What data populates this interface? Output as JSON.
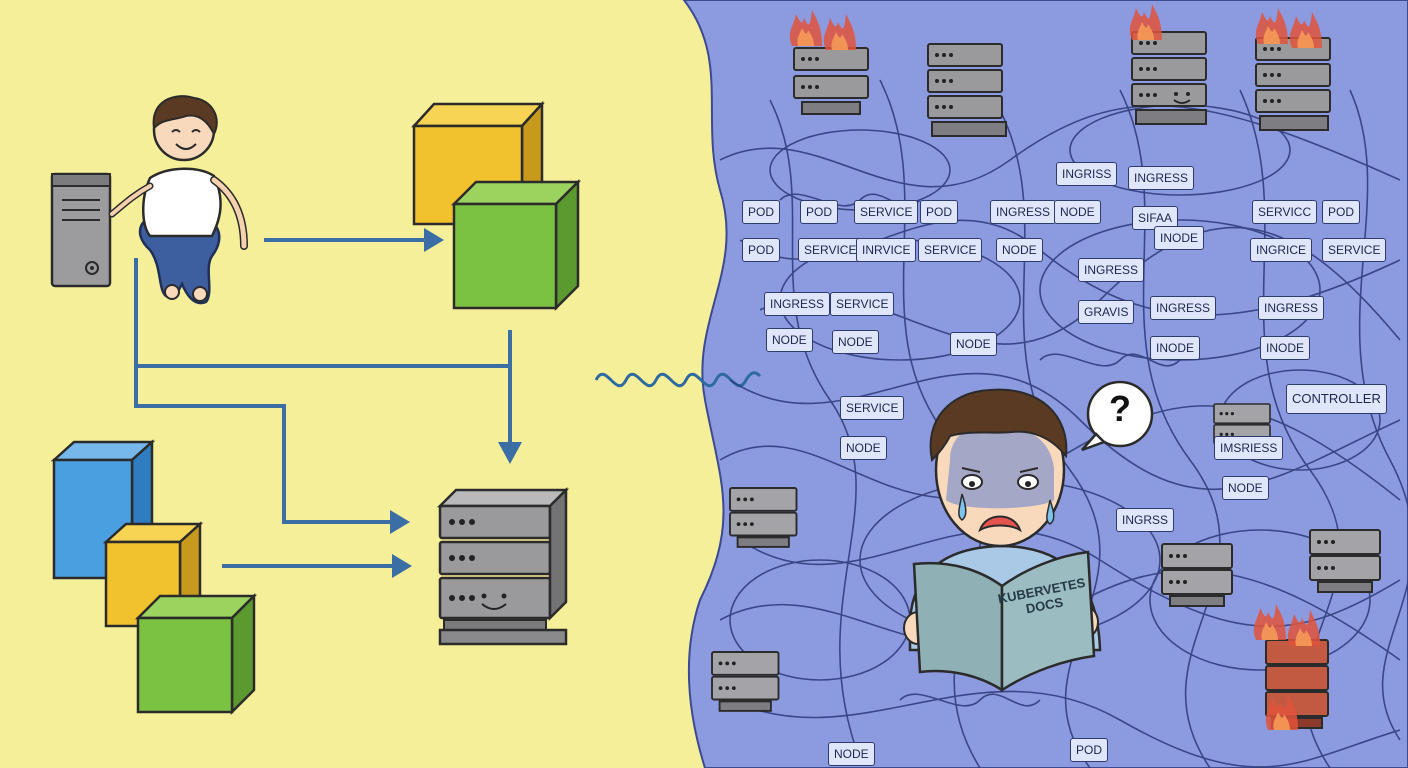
{
  "labels": {
    "ingress_top": "INGRISS",
    "ingress_top2": "INGRESS",
    "pod1": "POD",
    "pod2": "POD",
    "service1": "SERVICE",
    "pod3": "POD",
    "ingress1": "INGRESS",
    "node1": "NODE",
    "sifaa": "SIFAA",
    "servicc": "SERVICC",
    "pod4": "POD",
    "pod5": "POD",
    "service2": "SERVICE",
    "inrvice": "INRVICE",
    "service3": "SERVICE",
    "node2": "NODE",
    "inode_a": "INODE",
    "ingrice": "INGRICE",
    "service4": "SERVICE",
    "ingress2": "INGRESS",
    "ingress3": "INGRESS",
    "service5": "SERVICE",
    "gravis": "GRAVIS",
    "ingress4": "INGRESS",
    "ingress5": "INGRESS",
    "node3": "NODE",
    "node4": "NODE",
    "node5": "NODE",
    "inode_b": "INODE",
    "inode_c": "INODE",
    "controller": "CONTROLLER",
    "service6": "SERVICE",
    "node6": "NODE",
    "imsriess": "IMSRIESS",
    "node7": "NODE",
    "ingrss": "INGRSS",
    "node8": "NODE",
    "pod6": "POD"
  },
  "book_title": "KUBERVETES DOCS",
  "question_mark": "?",
  "colors": {
    "left_bg": "#f6ef9a",
    "right_bg": "#8c9be0",
    "arrow": "#3a6ea5",
    "yellow_box": "#f1c22e",
    "green_box": "#7cc242",
    "blue_box": "#4a9fe0",
    "server_gray": "#8e8e90",
    "fire": "#e2543b"
  },
  "icons": [
    "person-icon",
    "tower-pc-icon",
    "server-rack-icon",
    "container-box-icon",
    "fire-icon",
    "question-bubble-icon",
    "book-icon"
  ]
}
